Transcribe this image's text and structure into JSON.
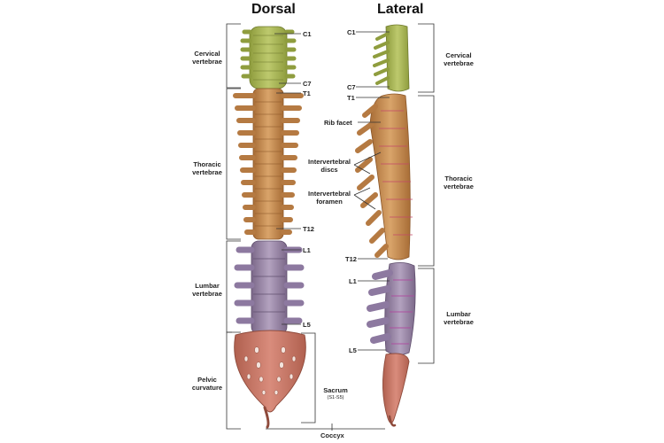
{
  "titles": {
    "dorsal": "Dorsal",
    "lateral": "Lateral"
  },
  "dorsal_labels": {
    "cervical": [
      "Cervical",
      "vertebrae"
    ],
    "thoracic": [
      "Thoracic",
      "vertebrae"
    ],
    "lumbar": [
      "Lumbar",
      "vertebrae"
    ],
    "pelvic": [
      "Pelvic",
      "curvature"
    ],
    "c1": "C1",
    "c7": "C7",
    "t1": "T1",
    "t12": "T12",
    "l1": "L1",
    "l5": "L5",
    "sacrum": "Sacrum",
    "sacrum_range": "(S1-S5)"
  },
  "lateral_labels": {
    "c1": "C1",
    "c7": "C7",
    "t1": "T1",
    "t12": "T12",
    "l1": "L1",
    "l5": "L5",
    "rib_facet": "Rib facet",
    "intervertebral_discs": [
      "Intervertebral",
      "discs"
    ],
    "intervertebral_foramen": [
      "Intervertebral",
      "foramen"
    ],
    "cervical": [
      "Cervical",
      "vertebrae"
    ],
    "thoracic": [
      "Thoracic",
      "vertebrae"
    ],
    "lumbar": [
      "Lumbar",
      "vertebrae"
    ]
  },
  "coccyx": "Coccyx",
  "colors": {
    "cervical": "#a9b85a",
    "thoracic": "#c98f55",
    "lumbar": "#9a86a8",
    "sacrum": "#c9786a",
    "line": "#333333"
  }
}
